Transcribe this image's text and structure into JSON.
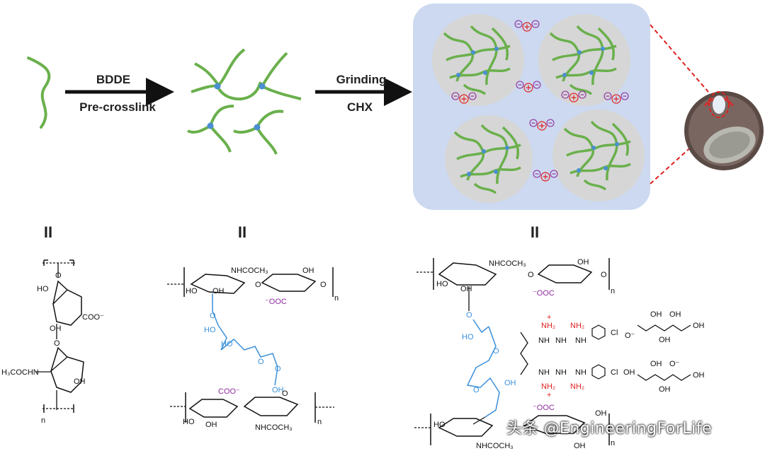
{
  "top_row": {
    "arrow1": {
      "label_top": "BDDE",
      "label_bottom": "Pre-crosslink"
    },
    "arrow2": {
      "label_top": "Grinding",
      "label_bottom": "CHX"
    }
  },
  "bottom_row": {
    "panel_labels": [
      "II",
      "II",
      "II"
    ],
    "panel1": {
      "groups": [
        "COO⁻",
        "HO",
        "OH",
        "H₃COCHN",
        "OH",
        "n"
      ]
    },
    "panel2": {
      "groups": [
        "NHCOCH₃",
        "HO",
        "OH",
        "OH",
        "⁻OOC",
        "O",
        "HO",
        "O",
        "O",
        "OH",
        "O",
        "COO⁻",
        "HO",
        "OH",
        "NHCOCH₃",
        "n",
        "n"
      ]
    },
    "panel3": {
      "groups": [
        "NHCOCH₃",
        "HO",
        "OH",
        "OH",
        "⁻OOC",
        "HO",
        "O",
        "O",
        "OH",
        "NH₂",
        "NH₂",
        "NH",
        "NH",
        "NH",
        "Cl",
        "NH",
        "NH",
        "NH",
        "NH₂",
        "NH₂",
        "Cl",
        "OH",
        "OH",
        "O⁻",
        "OH",
        "OH",
        "OH",
        "OH",
        "O⁻",
        "OH",
        "OH",
        "OH",
        "⁻OOC",
        "HO",
        "NHCOCH₃",
        "OH",
        "n",
        "n"
      ]
    }
  },
  "colors": {
    "chain": "#6ab04c",
    "node": "#4a8fd4",
    "bdde": "#3a8fd9",
    "carboxyl": "#8e2c9e",
    "chx": "#e02020",
    "bg_panel": "#ccd9f0",
    "microgel": "#d6d6d6",
    "arrow": "#111111",
    "callout": "#e02020"
  },
  "watermark": "头条 @EngineeringForLife"
}
